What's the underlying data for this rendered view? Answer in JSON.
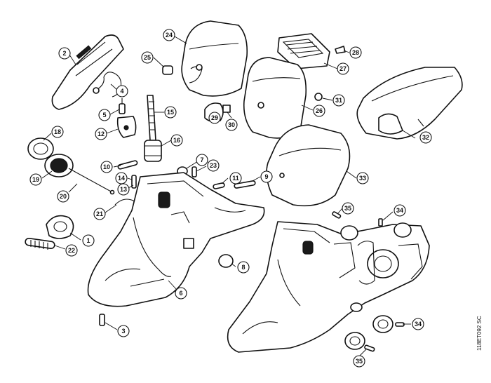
{
  "drawing_code": "118ET092 SC",
  "callouts": [
    "1",
    "2",
    "3",
    "4",
    "5",
    "6",
    "7",
    "8",
    "9",
    "10",
    "11",
    "12",
    "13",
    "14",
    "15",
    "16",
    "18",
    "19",
    "20",
    "21",
    "22",
    "23",
    "24",
    "25",
    "26",
    "27",
    "28",
    "29",
    "30",
    "31",
    "32",
    "33",
    "34",
    "35",
    "34",
    "35"
  ]
}
